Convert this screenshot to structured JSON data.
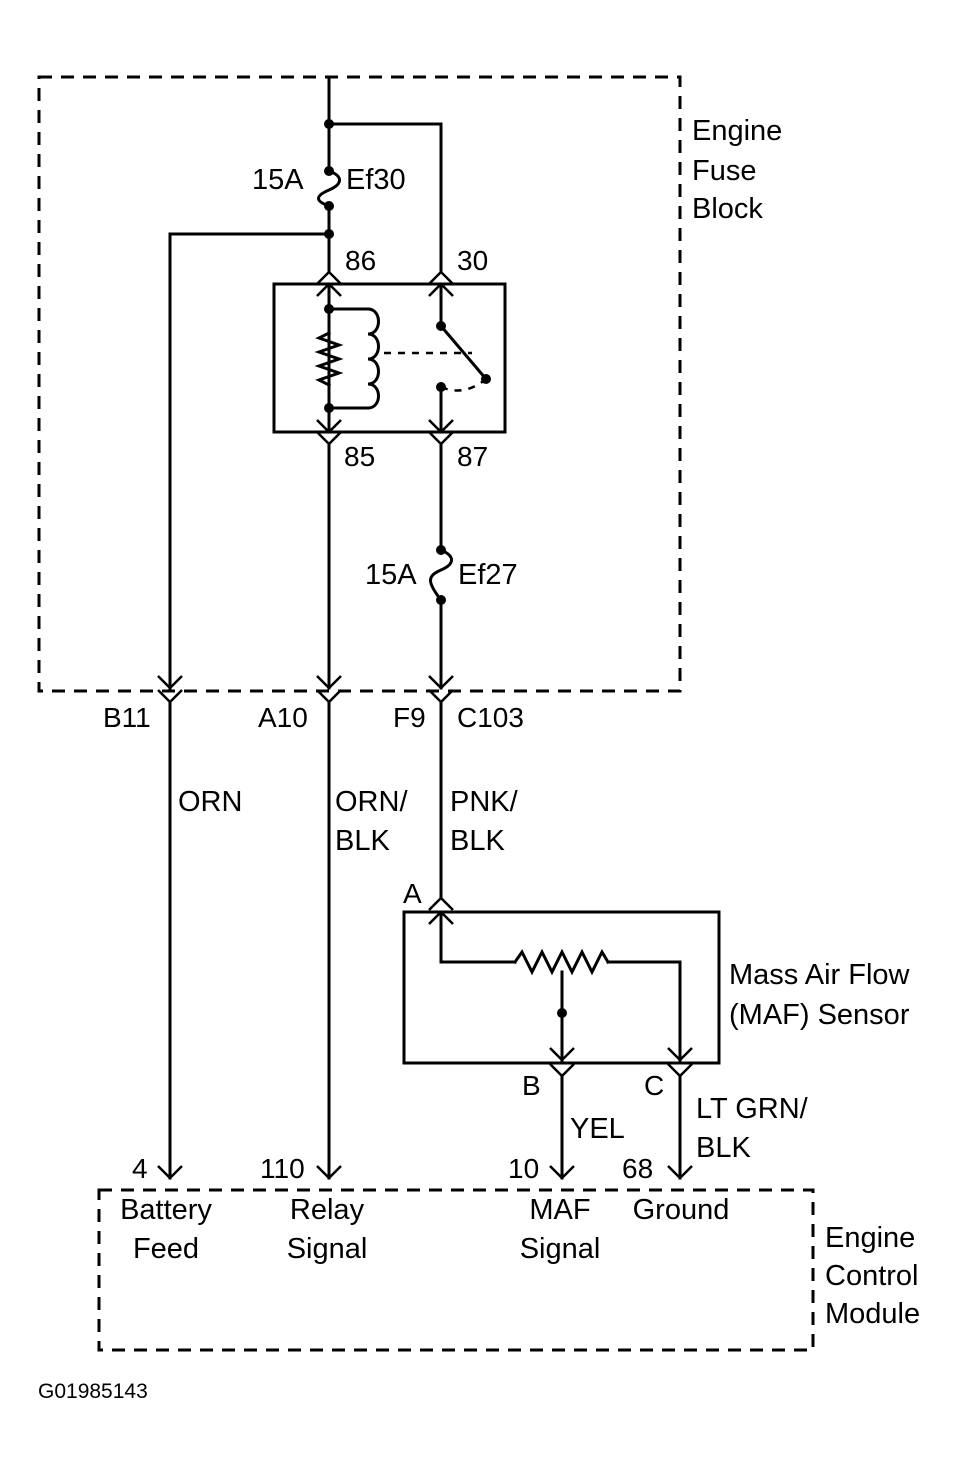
{
  "fuse_block": {
    "label_line1": "Engine",
    "label_line2": "Fuse",
    "label_line3": "Block"
  },
  "fuses": [
    {
      "rating": "15A",
      "name": "Ef30"
    },
    {
      "rating": "15A",
      "name": "Ef27"
    }
  ],
  "relay_pins": {
    "p86": "86",
    "p30": "30",
    "p85": "85",
    "p87": "87"
  },
  "connector_c103": {
    "name": "C103",
    "pins": [
      "B11",
      "A10",
      "F9"
    ]
  },
  "wires": [
    {
      "color_line1": "ORN",
      "color_line2": ""
    },
    {
      "color_line1": "ORN/",
      "color_line2": "BLK"
    },
    {
      "color_line1": "PNK/",
      "color_line2": "BLK"
    },
    {
      "color_line1": "YEL",
      "color_line2": ""
    },
    {
      "color_line1": "LT GRN/",
      "color_line2": "BLK"
    }
  ],
  "maf_sensor": {
    "label_line1": "Mass Air Flow",
    "label_line2": "(MAF) Sensor",
    "pins": [
      "A",
      "B",
      "C"
    ]
  },
  "ecm": {
    "label_line1": "Engine",
    "label_line2": "Control",
    "label_line3": "Module",
    "terminals": [
      {
        "pin": "4",
        "line1": "Battery",
        "line2": "Feed"
      },
      {
        "pin": "110",
        "line1": "Relay",
        "line2": "Signal"
      },
      {
        "pin": "10",
        "line1": "MAF",
        "line2": "Signal"
      },
      {
        "pin": "68",
        "line1": "Ground",
        "line2": ""
      }
    ]
  },
  "figure_code": "G01985143"
}
